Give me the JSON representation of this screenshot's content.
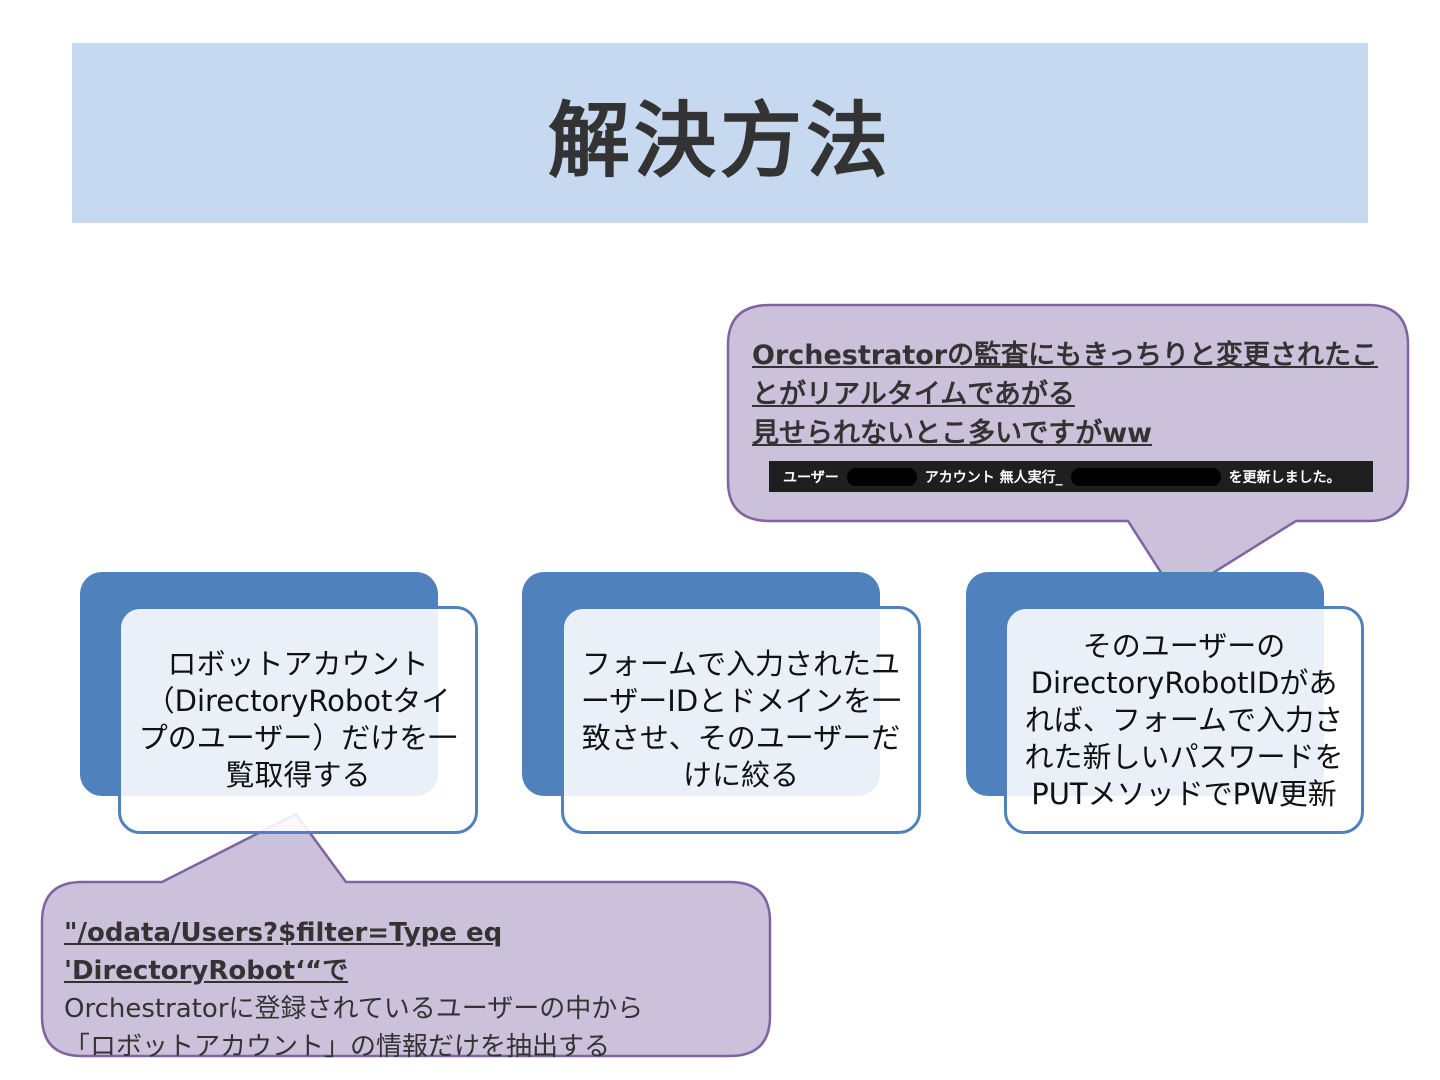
{
  "title": "解決方法",
  "colors": {
    "title_band": "#c6d9f0",
    "box_accent": "#4f81bd",
    "callout_fill": "#ccc1da",
    "callout_border": "#8064a2"
  },
  "steps": [
    {
      "text": "ロボットアカウント（DirectoryRobotタイプのユーザー）だけを一覧取得する"
    },
    {
      "text": "フォームで入力されたユーザーIDとドメインを一致させ、そのユーザーだけに絞る"
    },
    {
      "text": "そのユーザーのDirectoryRobotIDがあれば、フォームで入力された新しいパスワードをPUTメソッドでPW更新"
    }
  ],
  "callout_top": {
    "lines": [
      "Orchestratorの監査にもきっちりと変更されたこ",
      "とがリアルタイムであがる",
      "見せられないとこ多いですがww"
    ],
    "notice": {
      "part1": "ユーザー",
      "part2": "アカウント 無人実行_",
      "part3": "を更新しました。"
    }
  },
  "callout_bottom": {
    "code": "\"/odata/Users?$filter=Type eq 'DirectoryRobot‘“で",
    "line2": "Orchestratorに登録されているユーザーの中から",
    "line3": "「ロボットアカウント」の情報だけを抽出する"
  }
}
